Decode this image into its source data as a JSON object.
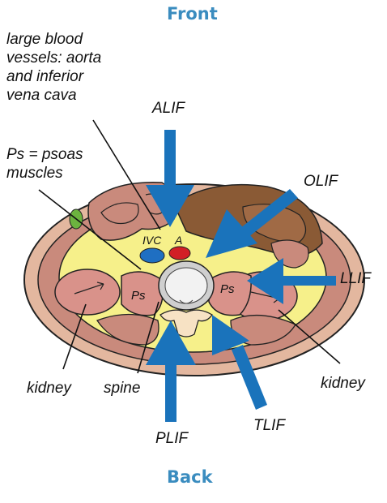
{
  "header": {
    "front": "Front",
    "back": "Back"
  },
  "labels": {
    "vessels_line1": "large blood",
    "vessels_line2": "vessels: aorta",
    "vessels_line3": "and inferior",
    "vessels_line4": "vena cava",
    "psoas_line1": "Ps = psoas",
    "psoas_line2": "muscles",
    "alif": "ALIF",
    "olif": "OLIF",
    "llif": "LLIF",
    "tlif": "TLIF",
    "plif": "PLIF",
    "kidney_left": "kidney",
    "kidney_right": "kidney",
    "spine": "spine",
    "ivc": "IVC",
    "aorta": "A",
    "ps_left": "Ps",
    "ps_right": "Ps"
  },
  "colors": {
    "arrow": "#1a73bb",
    "header": "#3a8cbf",
    "fat": "#f6f08a",
    "skin": "#e3b79f",
    "muscle": "#c98a7c",
    "bowel": "#8a5a35",
    "ivc": "#1f6fc2",
    "aorta": "#d21f26",
    "vertebra": "#eeeeee"
  }
}
